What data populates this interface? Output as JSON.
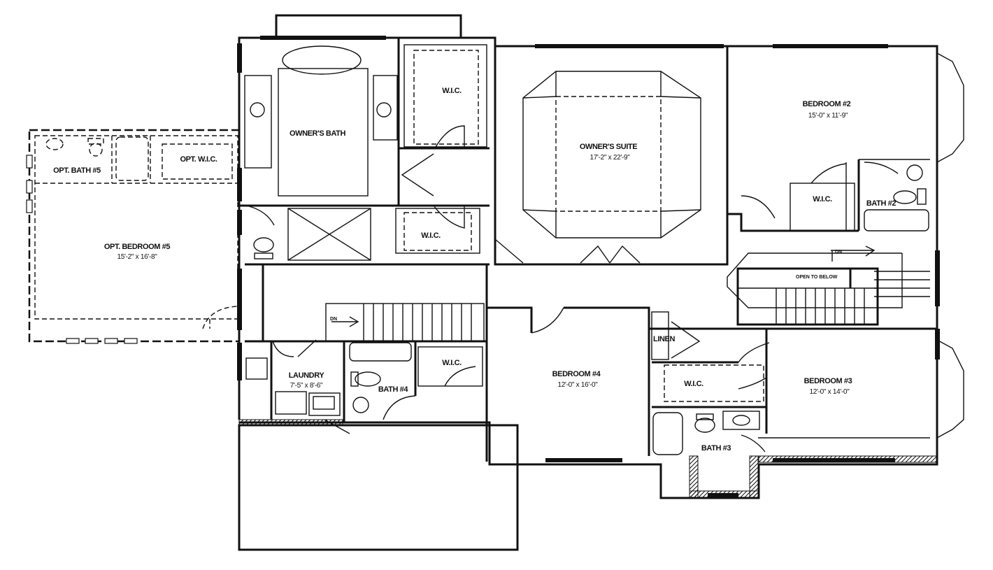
{
  "rooms": {
    "owners_bath": "OWNER'S BATH",
    "wic_1": "W.I.C.",
    "wic_2": "W.I.C.",
    "owners_suite": "OWNER'S SUITE",
    "owners_suite_dim": "17'-2\" x 22'-9\"",
    "bedroom2": "BEDROOM #2",
    "bedroom2_dim": "15'-0\" x 11'-9\"",
    "wic_3": "W.I.C.",
    "bath2": "BATH #2",
    "opt_bath5": "OPT. BATH #5",
    "opt_wic": "OPT. W.I.C.",
    "opt_bedroom5": "OPT. BEDROOM #5",
    "opt_bedroom5_dim": "15'-2\" x 16'-8\"",
    "open_to_below": "OPEN TO BELOW",
    "down_1": "DN",
    "down_2": "DN",
    "linen": "LINEN",
    "laundry": "LAUNDRY",
    "laundry_dim": "7'-5\" x 8'-6\"",
    "bath4": "BATH #4",
    "wic_4": "W.I.C.",
    "bedroom4": "BEDROOM #4",
    "bedroom4_dim": "12'-0\" x 16'-0\"",
    "wic_5": "W.I.C.",
    "bedroom3": "BEDROOM #3",
    "bedroom3_dim": "12'-0\" x 14'-0\"",
    "bath3": "BATH #3"
  }
}
